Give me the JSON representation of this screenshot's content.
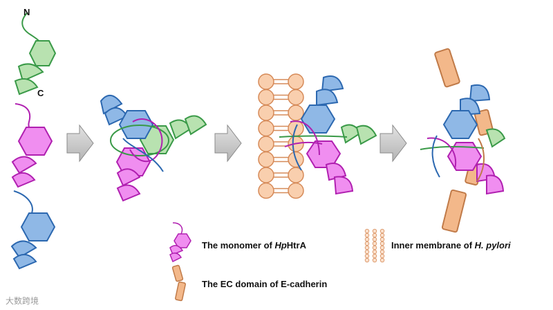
{
  "termini": {
    "n": "N",
    "c": "C"
  },
  "legend": {
    "monomer": {
      "prefix": "The monomer of ",
      "italic": "Hp",
      "suffix": "HtrA"
    },
    "membrane": {
      "prefix": "Inner membrane of ",
      "italic": "H. pylori",
      "suffix": ""
    },
    "cadherin": {
      "text": "The EC domain of E-cadherin"
    }
  },
  "watermark": "大数跨境",
  "colors": {
    "green_fill": "#b8e2b0",
    "green_stroke": "#3a9a48",
    "magenta_fill": "#f08ef0",
    "magenta_stroke": "#b020b0",
    "blue_fill": "#8fb8e6",
    "blue_stroke": "#2c68b0",
    "lipid_fill": "#f9cfae",
    "lipid_stroke": "#d68a58",
    "cadherin_fill": "#f3b88a",
    "cadherin_stroke": "#c07a48",
    "arrow_fill": "#c8c8c8"
  }
}
